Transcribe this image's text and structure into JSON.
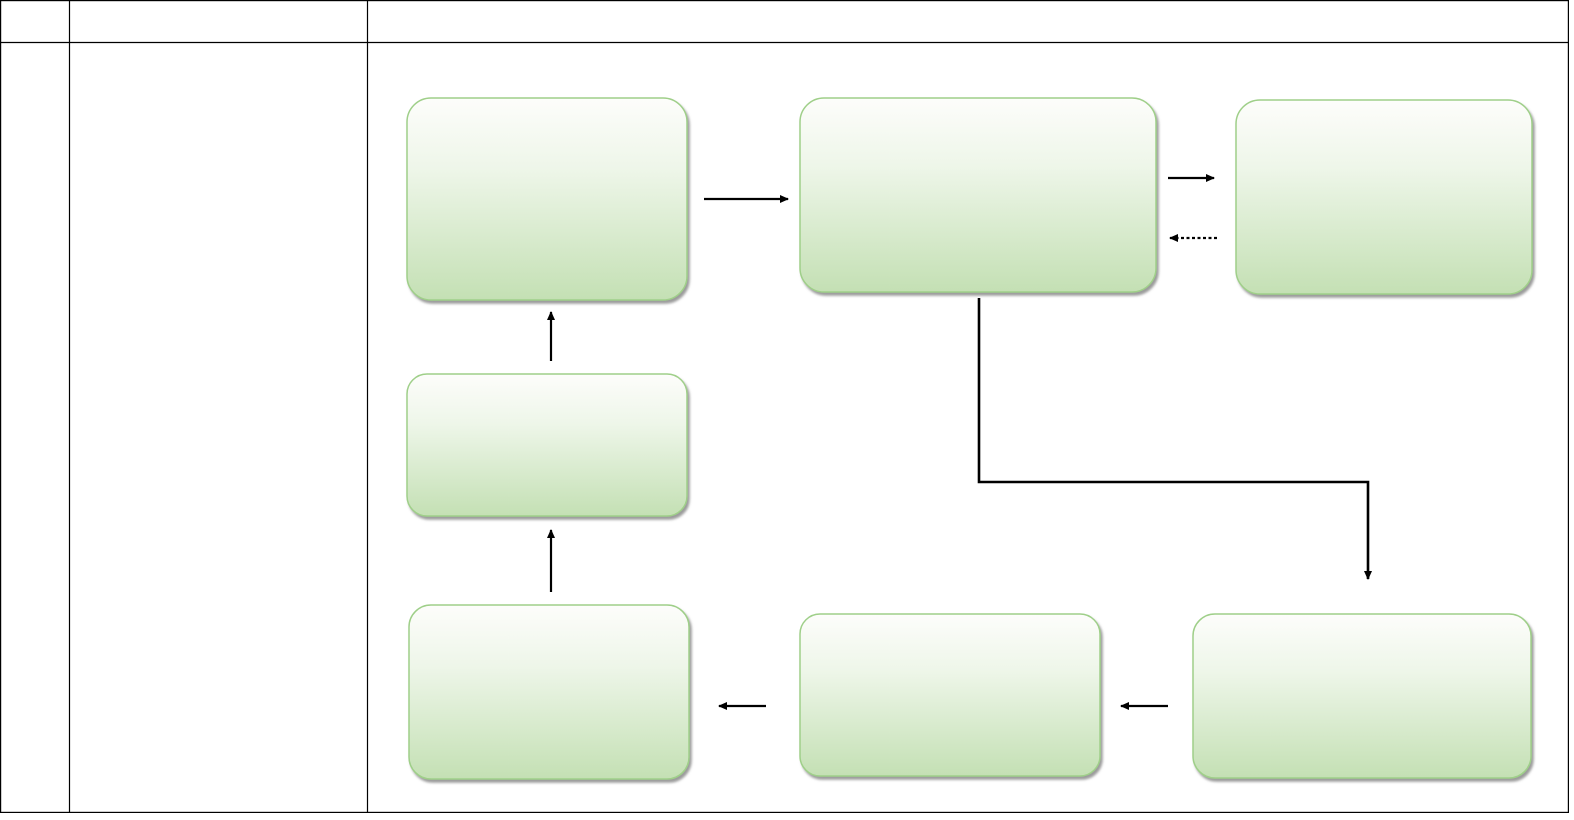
{
  "table": {
    "header": {
      "col1": "",
      "col2": "",
      "col3": ""
    },
    "row": {
      "col1": "",
      "col2": ""
    },
    "border_color": "#000000"
  },
  "diagram": {
    "box_style": {
      "border_color": "#9fcf89",
      "fill_top": "#fdfdfb",
      "fill_bottom": "#c4e0b4",
      "shadow_color": "#8a8a8a"
    },
    "boxes": [
      {
        "id": "box-top-left",
        "text": ""
      },
      {
        "id": "box-top-center",
        "text": ""
      },
      {
        "id": "box-top-right",
        "text": ""
      },
      {
        "id": "box-middle-left",
        "text": ""
      },
      {
        "id": "box-bottom-left",
        "text": ""
      },
      {
        "id": "box-bottom-center",
        "text": ""
      },
      {
        "id": "box-bottom-right",
        "text": ""
      }
    ],
    "connectors": [
      {
        "from": "box-top-left",
        "to": "box-top-center",
        "style": "solid"
      },
      {
        "from": "box-top-center",
        "to": "box-top-right",
        "style": "solid"
      },
      {
        "from": "box-top-right",
        "to": "box-top-center",
        "style": "dotted"
      },
      {
        "from": "box-top-center",
        "to": "box-bottom-right",
        "style": "solid"
      },
      {
        "from": "box-bottom-right",
        "to": "box-bottom-center",
        "style": "solid"
      },
      {
        "from": "box-bottom-center",
        "to": "box-bottom-left",
        "style": "solid"
      },
      {
        "from": "box-bottom-left",
        "to": "box-middle-left",
        "style": "solid"
      },
      {
        "from": "box-middle-left",
        "to": "box-top-left",
        "style": "solid"
      }
    ]
  }
}
